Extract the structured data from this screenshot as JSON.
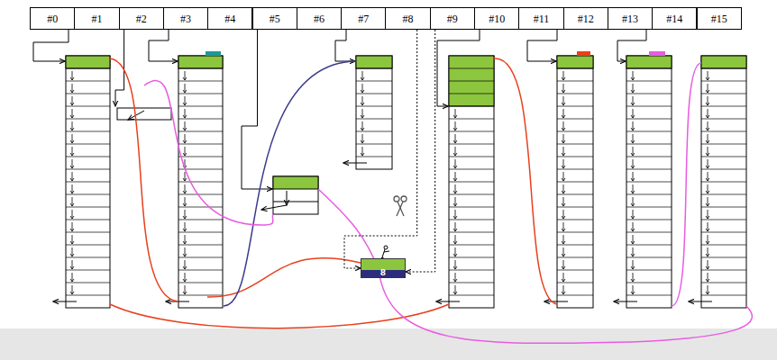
{
  "diagram": {
    "nodes": [
      {
        "text": [
          "#0"
        ]
      },
      {
        "text": [
          "#1"
        ]
      },
      {
        "text": [
          "#2"
        ]
      },
      {
        "text": [
          "#3"
        ]
      },
      {
        "text": [
          "#4"
        ]
      },
      {
        "text": [
          "#5"
        ]
      },
      {
        "text": [
          "#6"
        ]
      },
      {
        "text": [
          "#7"
        ]
      },
      {
        "text": [
          "#8"
        ]
      },
      {
        "text": [
          "#9"
        ]
      },
      {
        "text": [
          "#10"
        ]
      },
      {
        "text": [
          "#11"
        ]
      },
      {
        "text": [
          "#12"
        ]
      },
      {
        "text": [
          "#13"
        ]
      },
      {
        "text": [
          "#14"
        ]
      },
      {
        "text": [
          "#15"
        ]
      },
      {
        "text": [
          "8"
        ]
      }
    ],
    "edges": [
      {
        "from": 8,
        "to": 16,
        "arrow": "to"
      },
      {
        "from": 9,
        "to": 16,
        "arrow": "to"
      }
    ]
  }
}
